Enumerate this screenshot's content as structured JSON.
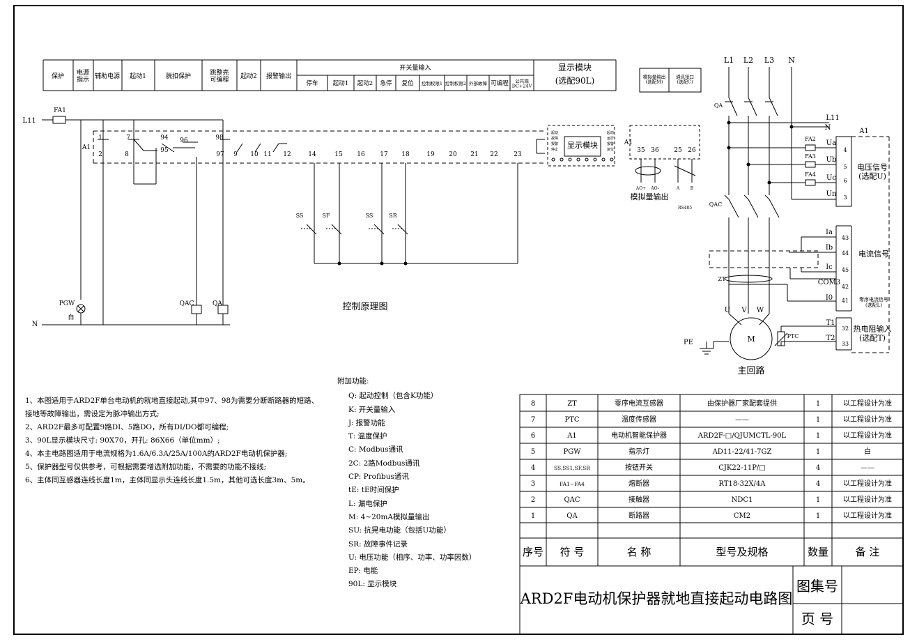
{
  "header": {
    "cols": [
      "保护",
      "电源\n指示",
      "辅助电源",
      "起动1",
      "脱扣保护",
      "跳整壳\n可编程",
      "起动2",
      "报警输出"
    ],
    "switch_title": "开关量输入",
    "switch_cols": [
      "停车",
      "起动1",
      "起动2",
      "急停",
      "复位",
      "控制权限1",
      "控制权限2",
      "外部故障",
      "可编程",
      "公共端\nDC+24V"
    ],
    "display_title": "显示模块",
    "display_sub": "(选配90L)",
    "analog": "模拟量输出\n(选配M)",
    "comm": "通讯接口\n(选配C)"
  },
  "control": {
    "labels": {
      "l11": "L11",
      "fa1": "FA1",
      "a1": "A1",
      "n": "N",
      "pgw": "PGW",
      "white": "白",
      "qac": "QAC",
      "qa": "QA",
      "ss": "SS",
      "sf": "SF",
      "sr": "SR",
      "display_module": "显示模块"
    },
    "top_terminals": [
      "1",
      "7",
      "94",
      "98"
    ],
    "bottom_terminals": [
      "2",
      "8",
      "95",
      "96",
      "97",
      "9",
      "10",
      "11",
      "12",
      "14",
      "15",
      "16",
      "17",
      "18",
      "19",
      "20",
      "21",
      "22",
      "23"
    ],
    "module_left": [
      "起动",
      "故障",
      "报警",
      "停止"
    ],
    "module_right": [
      "起动",
      "运行",
      "报警",
      "复位"
    ],
    "caption": "控制原理图"
  },
  "analog": {
    "a1": "A1",
    "terminals": [
      "35",
      "36",
      "25",
      "26"
    ],
    "sub": [
      "AO+",
      "AO-",
      "A",
      "B"
    ],
    "caption": "模拟量输出",
    "rs485": "RS485"
  },
  "main": {
    "phases": [
      "L1",
      "L2",
      "L3",
      "N"
    ],
    "qa": "QA",
    "qac": "QAC",
    "zt": "ZT",
    "l11": "L11",
    "n": "N",
    "fuses": [
      "FA2",
      "FA3",
      "FA4"
    ],
    "voltage": [
      "Ua",
      "Ub",
      "Uc",
      "Un"
    ],
    "voltage_nums": [
      "4",
      "5",
      "6",
      "3"
    ],
    "voltage_label": "电压信号\n(选配U)",
    "current": [
      "Ia",
      "Ib",
      "Ic",
      "COM3",
      "I0"
    ],
    "current_nums": [
      "43",
      "44",
      "45",
      "42",
      "41"
    ],
    "current_label": "电流信号",
    "zero_label": "零序电流信号\n(选配L)",
    "thermal": [
      "T1",
      "T2"
    ],
    "thermal_nums": [
      "32",
      "33"
    ],
    "thermal_label": "热电阻输入\n(选配T)",
    "uvw": [
      "U",
      "V",
      "W"
    ],
    "motor": "M",
    "ptc": "PTC",
    "pe": "PE",
    "a1": "A1",
    "caption": "主回路"
  },
  "notes": [
    "1、本图适用于ARD2F单台电动机的就地直接起动,其中97、98为需要分断断路器的短路、",
    "接地等故障输出，需设定为脉冲输出方式;",
    "2、ARD2F最多可配置9路DI、5路DO，所有DI/DO都可编程;",
    "3、90L显示模块尺寸: 90X70，开孔: 86X66（单位mm）;",
    "4、本主电路图适用于电流规格为1.6A/6.3A/25A/100A的ARD2F电动机保护器;",
    "5、保护器型号仅供参考，可根据需要增选附加功能，不需要的功能不接线;",
    "6、主体同互感器连线长度1m，主体同显示头连线长度1.5m，其他可选长度3m、5m。"
  ],
  "addons": {
    "title": "附加功能:",
    "items": [
      "Q: 起动控制（包含K功能）",
      "K: 开关量输入",
      "J: 报警功能",
      "T: 温度保护",
      "C: Modbus通讯",
      "2C: 2路Modbus通讯",
      "CP: Profibus通讯",
      "tE: tE时间保护",
      "L: 漏电保护",
      "M: 4~20mA模拟量输出",
      "SU: 抗晃电功能（包括U功能）",
      "SR: 故障事件记录",
      "U: 电压功能（相序、功率、功率因数）",
      "EP: 电能",
      "90L: 显示模块"
    ]
  },
  "bom": {
    "rows": [
      [
        "8",
        "ZT",
        "零序电流互感器",
        "由保护器厂家配套提供",
        "1",
        "以工程设计为准"
      ],
      [
        "7",
        "PTC",
        "温度传感器",
        "——",
        "1",
        "以工程设计为准"
      ],
      [
        "6",
        "A1",
        "电动机智能保护器",
        "ARD2F-□/QJUMCTL-90L",
        "1",
        "以工程设计为准"
      ],
      [
        "5",
        "PGW",
        "指示灯",
        "AD11-22/41-7GZ",
        "1",
        "白"
      ],
      [
        "4",
        "SS,SS1,SF,SR",
        "按钮开关",
        "CJK22-11P/□",
        "4",
        "——"
      ],
      [
        "3",
        "FA1~FA4",
        "熔断器",
        "RT18-32X/4A",
        "4",
        "以工程设计为准"
      ],
      [
        "2",
        "QAC",
        "接触器",
        "NDC1",
        "1",
        "以工程设计为准"
      ],
      [
        "1",
        "QA",
        "断路器",
        "CM2",
        "1",
        "以工程设计为准"
      ]
    ],
    "header": [
      "序号",
      "符 号",
      "名 称",
      "型号及规格",
      "数量",
      "备 注"
    ]
  },
  "titleblock": {
    "title": "ARD2F电动机保护器就地直接起动电路图",
    "atlas": "图集号",
    "page": "页 号"
  }
}
